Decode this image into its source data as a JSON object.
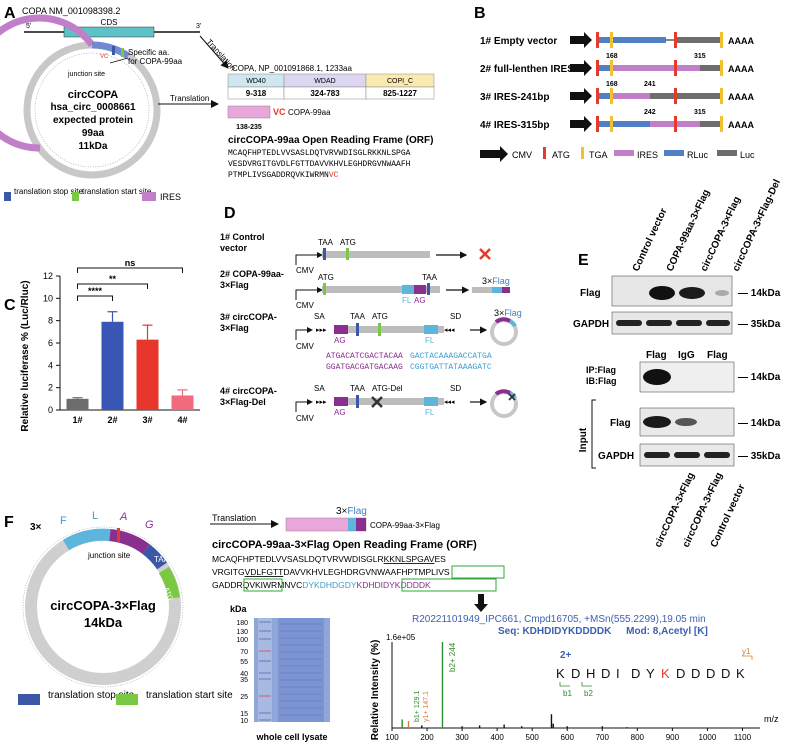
{
  "panel_labels": {
    "A": "A",
    "B": "B",
    "C": "C",
    "D": "D",
    "E": "E",
    "F": "F"
  },
  "panelA": {
    "gene_name": "COPA NM_001098398.2",
    "five_prime": "5'",
    "three_prime": "3'",
    "cds": "CDS",
    "translation_label": "Translation",
    "protein_name": "COPA, NP_001091868.1, 1233aa",
    "domains": [
      {
        "name": "WD40",
        "range": "9-318",
        "color": "#cfe8f0"
      },
      {
        "name": "WDAD",
        "range": "324-783",
        "color": "#dcd6f0"
      },
      {
        "name": "COPI_C",
        "range": "825-1227",
        "color": "#fbeab0"
      }
    ],
    "vc_label": "VC",
    "copa99_name": "COPA-99aa",
    "copa99_range": "138-235",
    "specific_aa": "Specific aa.",
    "for_copa": "for COPA-99aa",
    "junction_site": "junction site",
    "circ_title": [
      "circCOPA",
      "hsa_circ_0008661",
      "expected protein",
      "99aa",
      "11kDa"
    ],
    "orf_title": "circCOPA-99aa Open Reading Frame (ORF)",
    "orf_lines": [
      "MCAQFHPTEDLVVSASLDQTVRVWDISGLRKKNLSPGA",
      "VESDVRGITGVDLFGTTDAVVKHVLEGHDRGVNWAAFH",
      "PTMPLIVSGADDRQVKIWRMN"
    ],
    "orf_vc": "VC",
    "legend": {
      "stop": "translation stop site",
      "start": "translation start site",
      "ires": "IRES"
    },
    "colors": {
      "stop": "#3d57a8",
      "start": "#7ac943",
      "ires": "#c27fc9",
      "vc": "#e53b2c"
    }
  },
  "panelB": {
    "constructs": [
      {
        "label": "1# Empty vector",
        "n1": "",
        "n2": ""
      },
      {
        "label": "2# full-lenthen IRES",
        "n1": "168",
        "n2": "315"
      },
      {
        "label": "3# IRES-241bp",
        "n1": "168",
        "n2": "241"
      },
      {
        "label": "4# IRES-315bp",
        "n1": "242",
        "n2": "315"
      }
    ],
    "polya": "AAAA",
    "legend": [
      "CMV",
      "ATG",
      "TGA",
      "IRES",
      "RLuc",
      "Luc"
    ]
  },
  "panelC": {
    "ylabel": "Relative luciferase % (Luc/Rluc)",
    "sig": [
      "****",
      "**",
      "ns"
    ]
  },
  "chart_data": {
    "type": "bar",
    "categories": [
      "1#",
      "2#",
      "3#",
      "4#"
    ],
    "values": [
      1.0,
      7.9,
      6.3,
      1.3
    ],
    "errors": [
      0.1,
      0.9,
      1.3,
      0.5
    ],
    "colors": [
      "#6d6d6d",
      "#3a56b5",
      "#e8362d",
      "#f06b7e"
    ],
    "ylabel": "Relative luciferase % (Luc/Rluc)",
    "ylim": [
      0,
      12
    ],
    "yticks": [
      0,
      2,
      4,
      6,
      8,
      10,
      12
    ]
  },
  "panelD": {
    "cmv": "CMV",
    "constructs": [
      {
        "label": [
          "1# Control",
          "vector"
        ]
      },
      {
        "label": [
          "2# COPA-99aa-",
          "3×Flag"
        ]
      },
      {
        "label": [
          "3# circCOPA-",
          "3×Flag"
        ]
      },
      {
        "label": [
          "4# circCOPA-",
          "3×Flag-Del"
        ]
      }
    ],
    "taa": "TAA",
    "atg": "ATG",
    "atg_del": "ATG-Del",
    "sa": "SA",
    "sd": "SD",
    "ag": "AG",
    "fl": "FL",
    "flag3": "3×",
    "flag_word": "Flag",
    "seq_purple": [
      "ATGACATCGACTACAA",
      "GGATGACGATGACAAG"
    ],
    "seq_blue": [
      "GACTACAAAGACCATGA",
      "CGGTGATTATAAAGATC"
    ]
  },
  "panelE": {
    "lanes": [
      "Control vector",
      "COPA-99aa-3×Flag",
      "circCOPA-3×Flag",
      "circCOPA-3×Flag-Del"
    ],
    "row_flag": "Flag",
    "row_gapdh": "GAPDH",
    "kda14": "14kDa",
    "kda35": "35kDa",
    "ip_headers": [
      "Flag",
      "IgG",
      "Flag"
    ],
    "ip_label": [
      "IP:Flag",
      "IB:Flag"
    ],
    "input": "Input",
    "bottom_lanes": [
      "circCOPA-3×Flag",
      "circCOPA-3×Flag",
      "Control vector"
    ]
  },
  "panelF": {
    "circ_name": "circCOPA-3×Flag",
    "circ_kda": "14kDa",
    "flag_letters": [
      "3×",
      "F",
      "L",
      "A",
      "G"
    ],
    "taa": "TAA",
    "atg": "ATG",
    "junction": "junction site",
    "translation": "Translation",
    "protein": "COPA-99aa-3×Flag",
    "orf_title": "circCOPA-99aa-3×Flag Open Reading Frame (ORF)",
    "orf_lines": [
      [
        "MCAQFHPTEDLVVSASLDQTVRVWDISGLR",
        "KKNLSPGAV",
        "ES"
      ],
      [
        "VRGITG",
        "VDLFGTT",
        "DAVVKHVLEGHDRGVNW",
        "AAFHPTMP",
        "LIVS"
      ],
      [
        "GADDR",
        "QVKIWR",
        "MNVC",
        "DYKDHDGDY",
        "KDHDIDYKDDDDK"
      ]
    ],
    "legend": {
      "stop": "translation stop site",
      "start": "translation start site"
    },
    "gel_kda": "kDa",
    "gel_markers": [
      "180",
      "130",
      "100",
      "70",
      "55",
      "40",
      "35",
      "25",
      "15",
      "10"
    ],
    "gel_caption": "whole cell lysate",
    "ms_title": "R20221101949_IPC661, Cmpd16705, +MSn(555.2299),19.05 min",
    "ms_seq_label": "Seq:",
    "ms_seq": "KDHDIDYKDDDDK",
    "ms_mod": "Mod: 8,Acetyl [K]",
    "ms_ymax": "1.6e+05",
    "ms_ylabel": "Relative Intensity (%)",
    "ms_xlabel": "m/z",
    "ms_charge": "2+",
    "ms_peaks": [
      "b2+ 244",
      "b1+ 129.1",
      "y1+ 147.1"
    ],
    "ms_ions": [
      "b1",
      "b2",
      "y1"
    ],
    "ms_xticks": [
      "100",
      "200",
      "300",
      "400",
      "500",
      "600",
      "700",
      "800",
      "900",
      "1000",
      "1100"
    ],
    "ms_seq_letters": [
      "K",
      "D",
      "H",
      "D",
      "I",
      "D",
      "Y",
      "K",
      "D",
      "D",
      "D",
      "D",
      "K"
    ]
  }
}
